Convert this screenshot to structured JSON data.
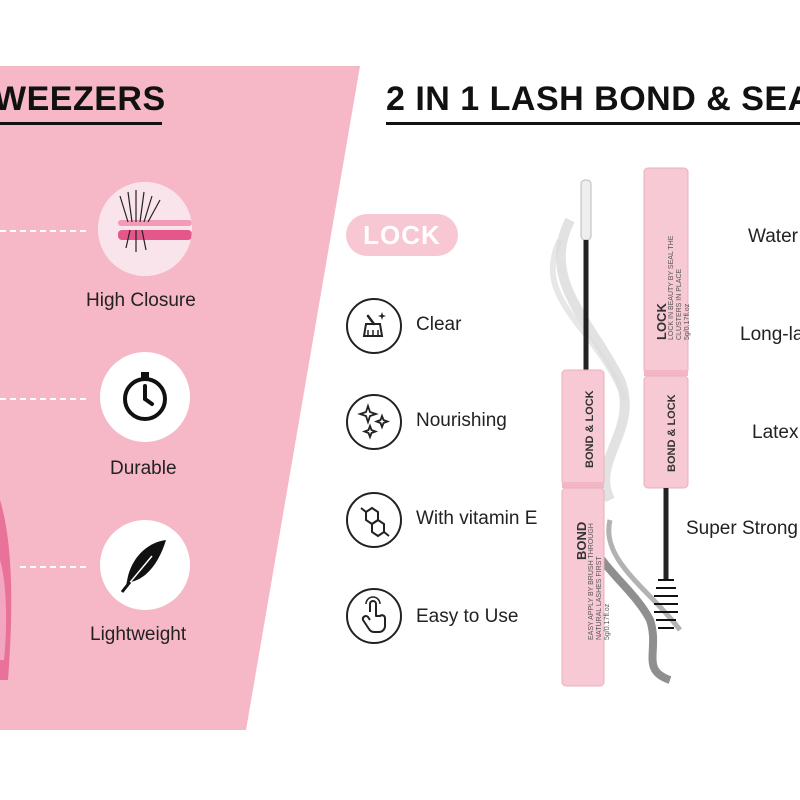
{
  "headings": {
    "left": "WEEZERS",
    "right": "2 IN 1 LASH BOND & SEA"
  },
  "tweezer_features": [
    {
      "label": "High Closure",
      "icon": "lash-tweezer-photo-icon"
    },
    {
      "label": "Durable",
      "icon": "stopwatch-icon"
    },
    {
      "label": "Lightweight",
      "icon": "feather-icon"
    }
  ],
  "badge": {
    "label": "LOCK"
  },
  "bond_features": [
    {
      "label": "Clear",
      "icon": "cleaning-brush-icon"
    },
    {
      "label": "Nourishing",
      "icon": "sparkles-icon"
    },
    {
      "label": "With vitamin E",
      "icon": "molecule-icon"
    },
    {
      "label": "Easy to Use",
      "icon": "tap-hand-icon"
    }
  ],
  "right_features": [
    {
      "label": "Water"
    },
    {
      "label": "Long-la"
    },
    {
      "label": "Latex"
    },
    {
      "label": "Super Strong"
    }
  ],
  "product": {
    "lock_tube": {
      "brand": "LOCK",
      "line1": "LOCK IN BEAUTY BY SEAL THE",
      "line2": "CLUSTERS IN PLACE",
      "line3": "5g/0.17fl.oz"
    },
    "bond_tube": {
      "brand": "BOND",
      "line1": "EASY APPLY BY BRUSH THROUGH",
      "line2": "NATURAL LASHES FIRST",
      "line3": "5g/0.17fl.oz"
    },
    "cap_text": "BOND & LOCK"
  },
  "colors": {
    "panel_pink": "#f6b8c6",
    "tube_pink": "#f7c9d4",
    "badge_pink": "#f7c7d3",
    "text_dark": "#222222"
  }
}
